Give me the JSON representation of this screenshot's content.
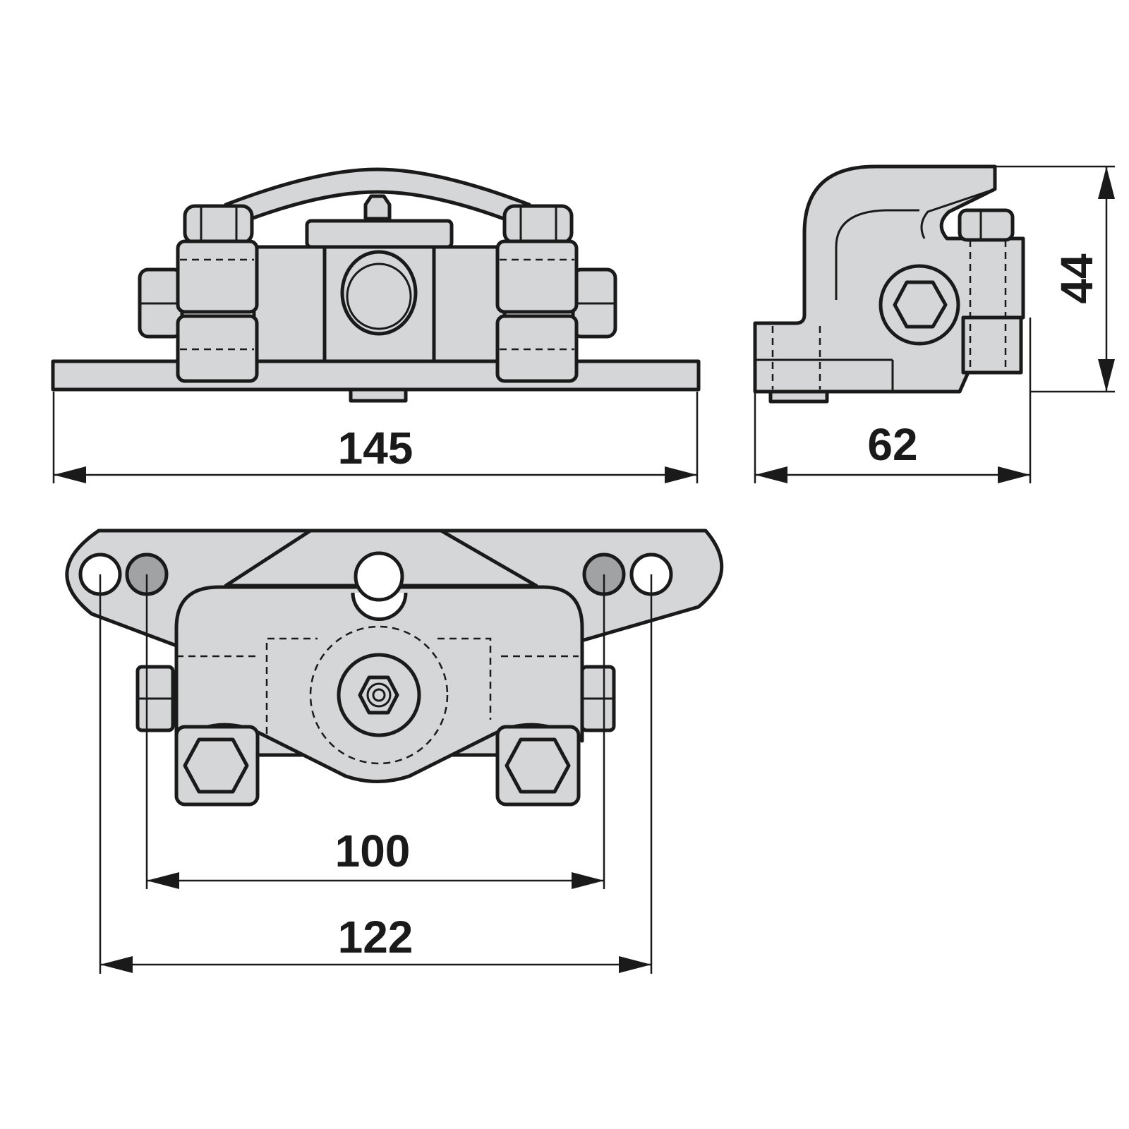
{
  "dimensions": {
    "overall_length": "145",
    "side_width": "62",
    "height": "44",
    "inner_hole_spacing": "100",
    "outer_hole_spacing": "122"
  },
  "colors": {
    "part_fill": "#d4d6d7",
    "line": "#1a1a1a",
    "gray_hole": "#a0a2a4"
  }
}
